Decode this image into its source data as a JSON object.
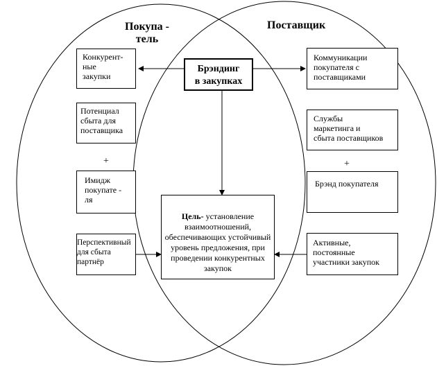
{
  "headings": {
    "buyer": "Покупа -\nтель",
    "supplier": "Поставщик"
  },
  "center_box": "Брэндинг\nв закупках",
  "goal": {
    "label": "Цель-",
    "text": " установление взаимоотношений, обеспечивающих устойчивый уровень предложения, при проведении конкурентных закупок"
  },
  "buyer_boxes": [
    "Конкурент-\nные\nзакупки",
    "Потенциал\nсбыта для\nпоставщика",
    "Имидж\nпокупате -\nля",
    "Перспективный\nдля сбыта\nпартнёр"
  ],
  "supplier_boxes": [
    "Коммуникации\nпокупателя с\nпоставщиками",
    "Службы\nмаркетинга и\nсбыта поставщиков",
    "Брэнд покупателя",
    "Активные,\nпостоянные\nучастники закупок"
  ],
  "plus_left": "+",
  "plus_right": "+"
}
